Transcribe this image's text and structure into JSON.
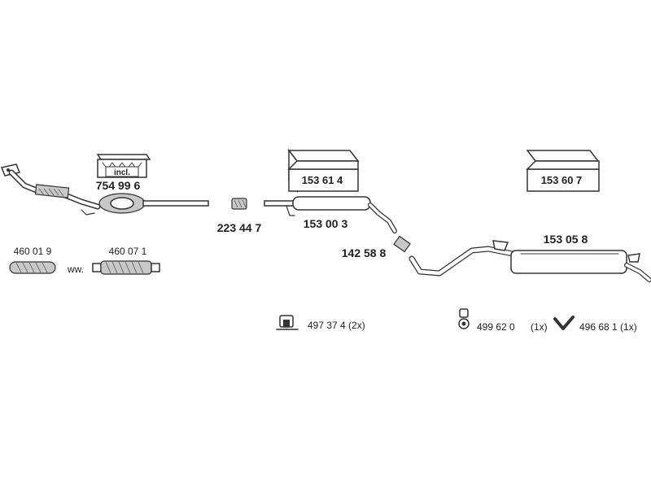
{
  "kits": {
    "kit_1": {
      "number": "754 99 6",
      "note": "incl."
    },
    "kit_2": {
      "number": "153 61 4"
    },
    "kit_3": {
      "number": "153 60 7"
    }
  },
  "parts": {
    "front_pipe_clamp": "223 44 7",
    "middle_silencer": "153 00 3",
    "connector_sleeve": "142 58 8",
    "rear_silencer": "153 05 8",
    "flex_pipe_1": "460 01 9",
    "flex_pipe_2": "460 07 1",
    "flex_separator": "ww."
  },
  "accessories": {
    "rubber_mount_a": "497 37 4 (2x)",
    "rubber_mount_b_number": "499 62 0",
    "rubber_mount_b_qty": "(1x)",
    "rubber_mount_c": "496 68 1 (1x)"
  },
  "colors": {
    "line": "#333333",
    "shade": "#c8c8c8"
  }
}
